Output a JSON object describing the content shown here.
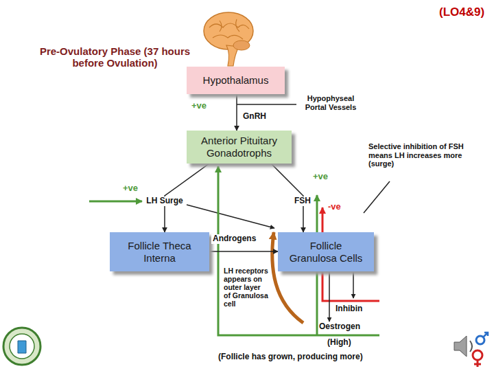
{
  "diagram": {
    "title": "Pre-Ovulatory Phase (37 hours before Ovulation)",
    "caption": "(Follicle has grown, producing more)",
    "nodes": [
      {
        "text": [
          "Hypothalamus"
        ]
      },
      {
        "text": [
          "Anterior Pituitary Gonadotrophs"
        ]
      },
      {
        "text": [
          "Follicle Theca Interna"
        ]
      },
      {
        "text": [
          "Follicle Granulosa Cells"
        ]
      }
    ],
    "edges": [
      {
        "from": 0,
        "to": 1,
        "label": "GnRH",
        "arrow": "to"
      },
      {
        "from": 1,
        "to": 2,
        "label": "LH Surge",
        "arrow": "to"
      },
      {
        "from": 1,
        "to": 3,
        "label": "FSH",
        "arrow": "to"
      },
      {
        "from": 2,
        "to": 3,
        "label": "Androgens",
        "arrow": "to"
      }
    ],
    "labels": [
      "(LO4&9)",
      "+ve",
      "Hypophyseal Portal Vessels",
      "Selective inhibition of FSH means LH increases more (surge)",
      "+ve",
      "+ve",
      "-ve",
      "LH receptors appears on outer layer of Granulosa cell",
      "Inhibin",
      "Oestrogen",
      "(High)"
    ]
  }
}
